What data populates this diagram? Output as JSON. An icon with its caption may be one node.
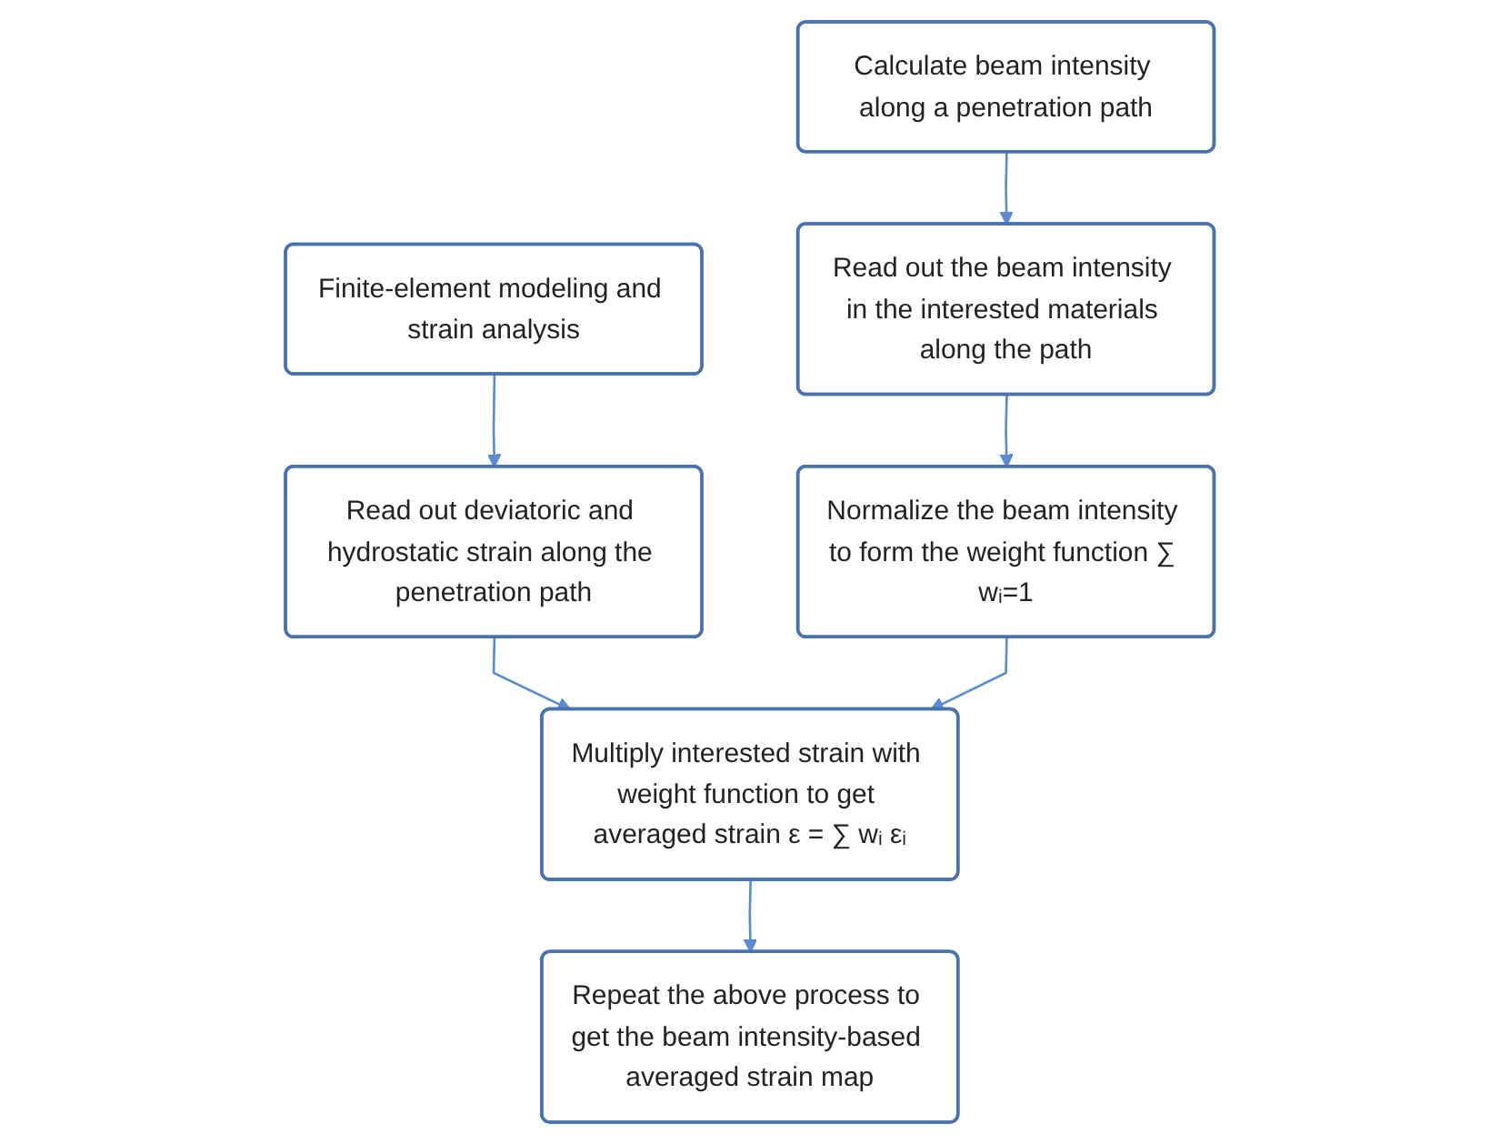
{
  "diagram": {
    "nodes": [
      {
        "text": [
          "Calculate beam intensity along a penetration path"
        ]
      },
      {
        "text": [
          "Finite-element modeling and strain analysis"
        ]
      },
      {
        "text": [
          "Read out the beam intensity in the interested materials along the path"
        ]
      },
      {
        "text": [
          "Read out deviatoric and hydrostatic strain along the penetration path"
        ]
      },
      {
        "text": [
          "Normalize the beam intensity to form the weight function ∑ wᵢ=1"
        ]
      },
      {
        "text": [
          "Multiply interested strain with weight function to get averaged strain ε = ∑ wᵢ εᵢ"
        ]
      },
      {
        "text": [
          "Repeat the above process to get the beam intensity-based averaged strain map"
        ]
      }
    ],
    "edges": [
      {
        "from": 0,
        "to": 2,
        "arrow": "to"
      },
      {
        "from": 1,
        "to": 3,
        "arrow": "to"
      },
      {
        "from": 2,
        "to": 4,
        "arrow": "to"
      },
      {
        "from": 3,
        "to": 5,
        "arrow": "to"
      },
      {
        "from": 4,
        "to": 5,
        "arrow": "to"
      },
      {
        "from": 5,
        "to": 6,
        "arrow": "to"
      }
    ]
  }
}
